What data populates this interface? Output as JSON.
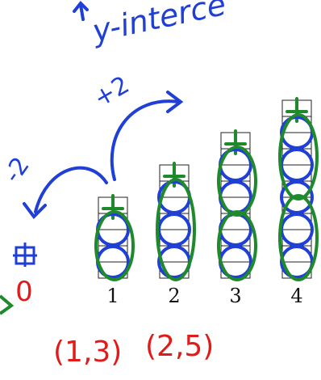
{
  "colors": {
    "blue": "#1f3fd6",
    "green": "#1f8a2c",
    "red": "#e11a1a",
    "grid": "#222222",
    "text": "#111111"
  },
  "annotations": {
    "top_label": "y-interce",
    "plus_two": "+2",
    "minus_two": "-2",
    "zero": "0",
    "point_1": "(1,3)",
    "point_2": "(2,5)"
  },
  "towers": [
    {
      "label": "1",
      "squares": 5
    },
    {
      "label": "2",
      "squares": 7
    },
    {
      "label": "3",
      "squares": 9
    },
    {
      "label": "4",
      "squares": 11
    }
  ]
}
